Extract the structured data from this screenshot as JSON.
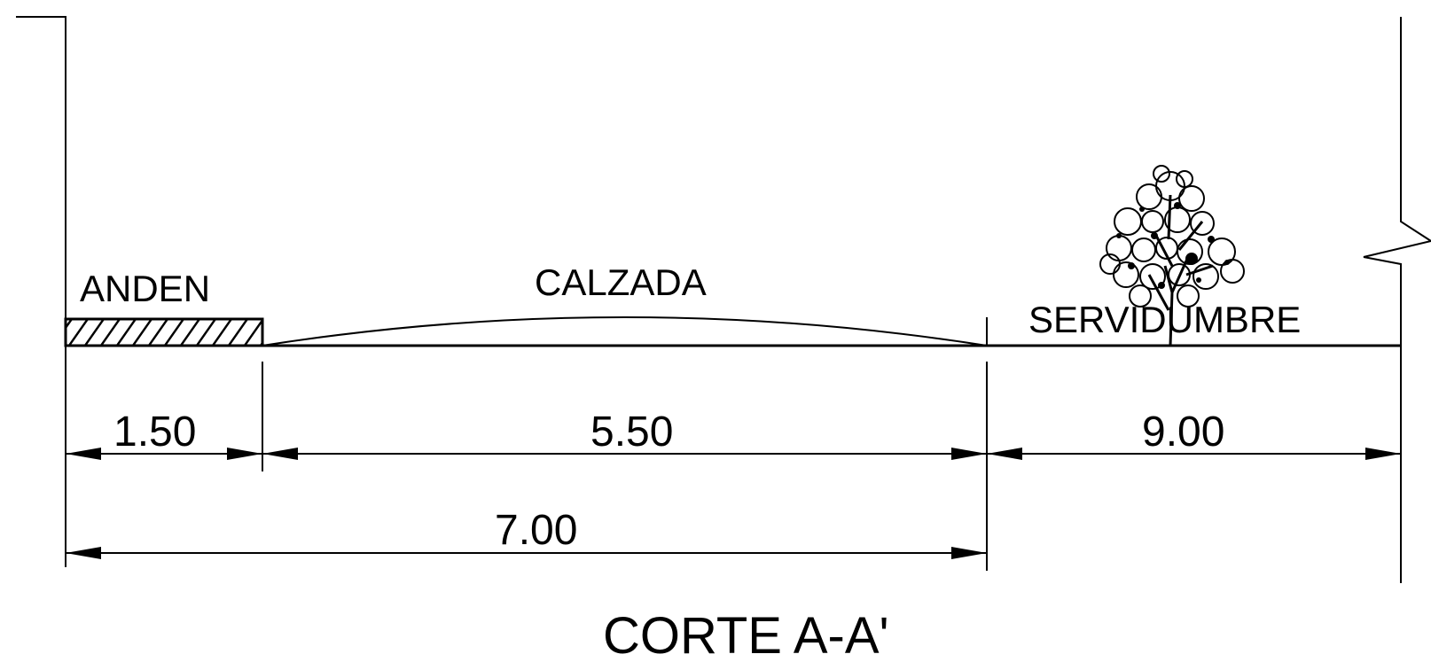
{
  "section": {
    "labels": {
      "anden": "ANDEN",
      "calzada": "CALZADA",
      "servidumbre": "SERVIDUMBRE"
    },
    "dimensions": {
      "anden": "1.50",
      "calzada": "5.50",
      "servidumbre": "9.00",
      "total": "7.00"
    },
    "title": "CORTE A-A'"
  }
}
